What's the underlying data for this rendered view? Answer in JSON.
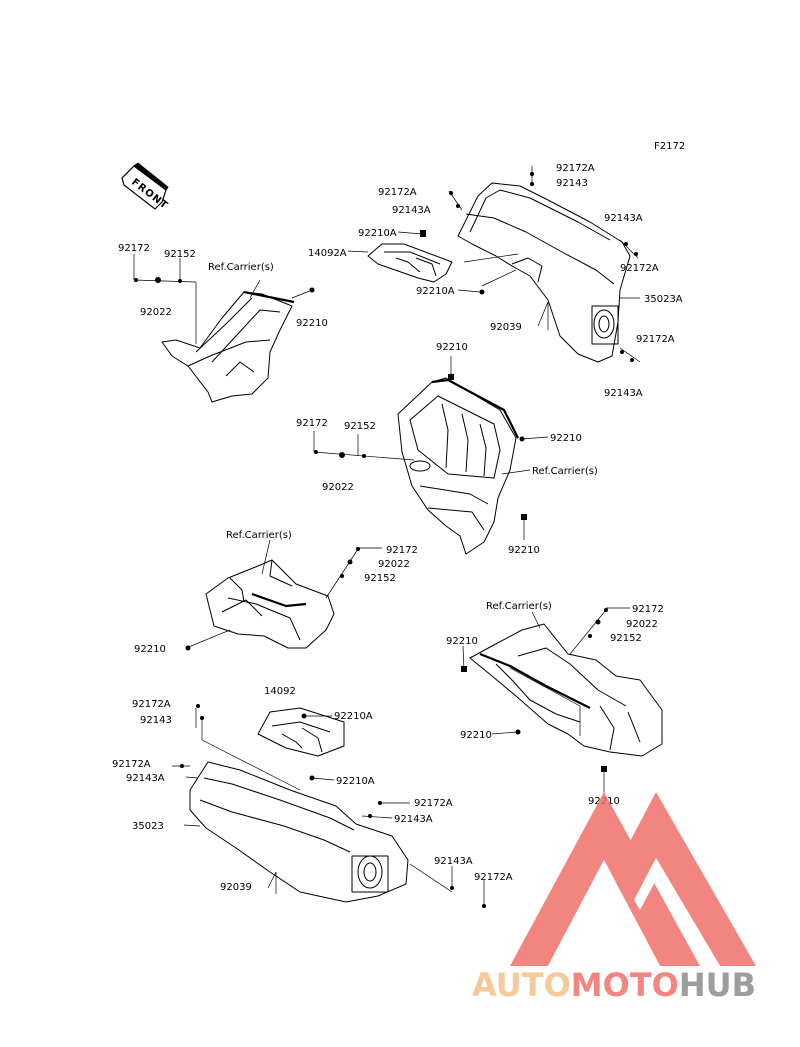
{
  "figure_code": "F2172",
  "front_label": "FRONT",
  "labels": {
    "p92172A_a": "92172A",
    "p92143_a": "92143",
    "p92172A_b": "92172A",
    "p92143A_b": "92143A",
    "p92143A_c": "92143A",
    "p92172A_c": "92172A",
    "p92210A_a": "92210A",
    "p14092A": "14092A",
    "p92210A_b": "92210A",
    "p35023A": "35023A",
    "p92039_a": "92039",
    "p92172A_d": "92172A",
    "p92143A_d": "92143A",
    "p92172_a": "92172",
    "p92152_a": "92152",
    "ref_a": "Ref.Carrier(s)",
    "p92022_a": "92022",
    "p92210_a": "92210",
    "p92210_b": "92210",
    "p92172_b": "92172",
    "p92152_b": "92152",
    "p92210_c": "92210",
    "p92022_b": "92022",
    "ref_b": "Ref.Carrier(s)",
    "p92210_d": "92210",
    "ref_c": "Ref.Carrier(s)",
    "p92172_c": "92172",
    "p92022_c": "92022",
    "p92152_c": "92152",
    "p92210_e": "92210",
    "ref_d": "Ref.Carrier(s)",
    "p92172_d": "92172",
    "p92022_d": "92022",
    "p92152_d": "92152",
    "p92210_f": "92210",
    "p92210_g": "92210",
    "p92210_h": "92210",
    "p92172A_e": "92172A",
    "p92143_e": "92143",
    "p14092": "14092",
    "p92210A_c": "92210A",
    "p92172A_f": "92172A",
    "p92143A_f": "92143A",
    "p92210A_d": "92210A",
    "p92172A_g": "92172A",
    "p92143A_g": "92143A",
    "p35023": "35023",
    "p92143A_h": "92143A",
    "p92172A_h": "92172A",
    "p92039_b": "92039"
  },
  "watermark": {
    "text_part1": "AUTO",
    "text_part2": "MOTO",
    "text_part3": "HUB",
    "color_orange": "#f5c08a",
    "color_red": "#f0706a",
    "color_gray": "#8c8c8c"
  }
}
